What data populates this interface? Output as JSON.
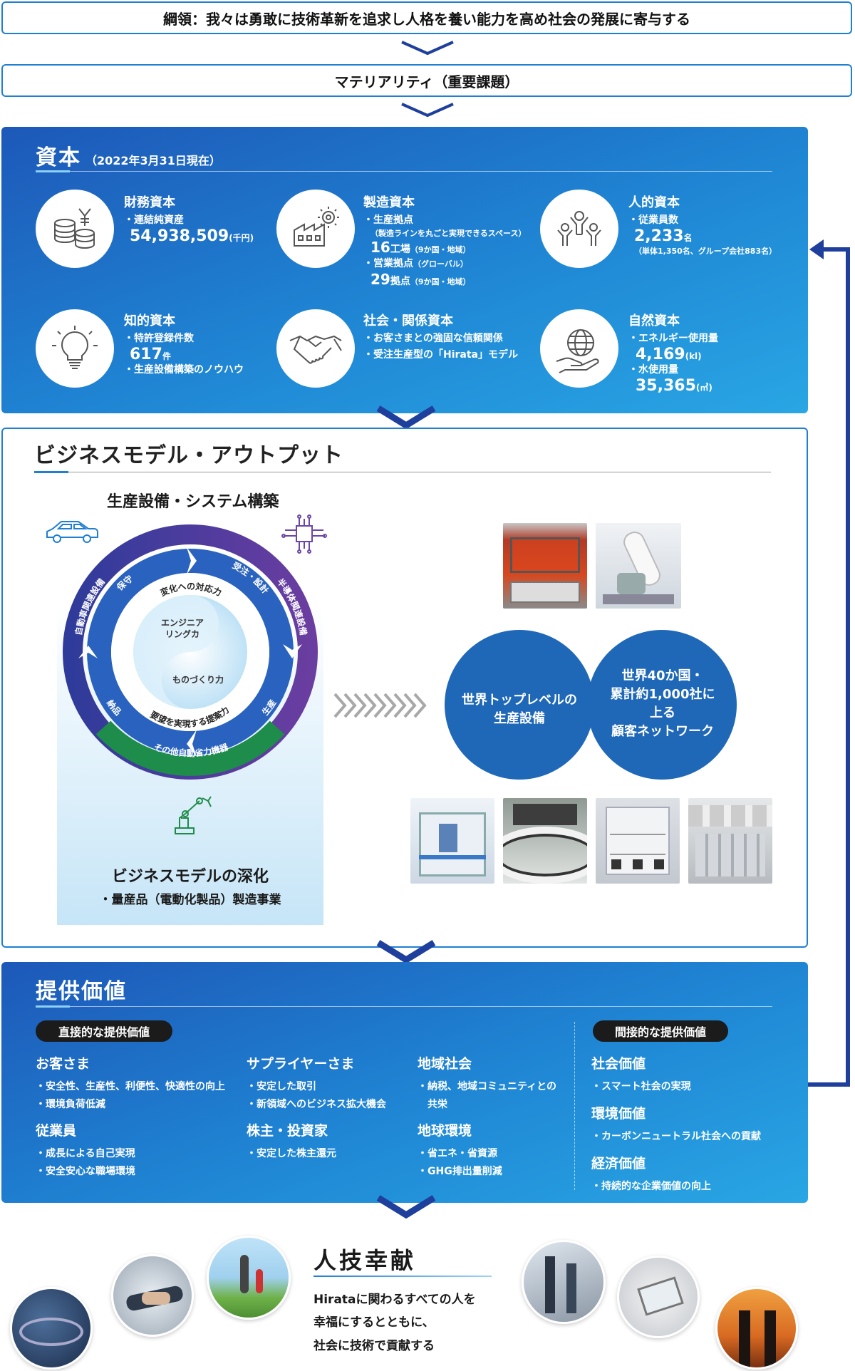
{
  "top_bar": "綱領：我々は勇敢に技術革新を追求し人格を養い能力を高め社会の発展に寄与する",
  "materiality_bar": "マテリアリティ（重要課題）",
  "capital": {
    "title": "資本",
    "date": "（2022年3月31日現在）",
    "items": [
      {
        "heading": "財務資本",
        "l1": "・連結純資産",
        "v1": "54,938,509",
        "u1": "(千円)"
      },
      {
        "heading": "製造資本",
        "l1": "・生産拠点",
        "s1": "（製造ラインを丸ごと実現できるスペース）",
        "v1": "16",
        "u1": "工場",
        "u1s": "（9か国・地域）",
        "l2": "・営業拠点",
        "s2": "（グローバル）",
        "v2": "29",
        "u2": "拠点",
        "u2s": "（9か国・地域）"
      },
      {
        "heading": "人的資本",
        "l1": "・従業員数",
        "v1": "2,233",
        "u1": "名",
        "s1": "（単体1,350名、グループ会社883名）"
      },
      {
        "heading": "知的資本",
        "l1": "・特許登録件数",
        "v1": "617",
        "u1": "件",
        "l2": "・生産設備構築のノウハウ"
      },
      {
        "heading": "社会・関係資本",
        "l1": "・お客さまとの強固な信頼関係",
        "l2": "・受注生産型の「Hirata」モデル"
      },
      {
        "heading": "自然資本",
        "l1": "・エネルギー使用量",
        "v1": "4,169",
        "u1": "(kl)",
        "l2": "・水使用量",
        "v2": "35,365",
        "u2": "(㎥)"
      }
    ]
  },
  "business": {
    "title": "ビジネスモデル・アウトプット",
    "wheel_title": "生産設備・システム構築",
    "ring_outer": {
      "left": "自動車関連設備",
      "right": "半導体関連設備",
      "bottom": "その他自動省力機器"
    },
    "ring_inner": {
      "maintain": "保守",
      "order": "受注・設計",
      "delivery": "納品",
      "produce": "生産"
    },
    "arc_top": "変化への対応力",
    "arc_bottom": "要望を実現する提案力",
    "center_top": "エンジニア\nリングカ",
    "center_bottom": "ものづくり力",
    "deepen": "ビジネスモデルの深化",
    "deepen_item": "・量産品（電動化製品）製造事業",
    "venn_left": "世界トップレベルの\n生産設備",
    "venn_right": "世界40か国・\n累計約1,000社に\n上る\n顧客ネットワーク"
  },
  "value": {
    "title": "提供価値",
    "direct_label": "直接的な提供価値",
    "indirect_label": "間接的な提供価値",
    "direct": [
      {
        "h": "お客さま",
        "items": [
          "・安全性、生産性、利便性、快適性の向上",
          "・環境負荷低減"
        ]
      },
      {
        "h": "サプライヤーさま",
        "items": [
          "・安定した取引",
          "・新領域へのビジネス拡大機会"
        ]
      },
      {
        "h": "地域社会",
        "items": [
          "・納税、地域コミュニティとの",
          "　共栄"
        ]
      },
      {
        "h": "従業員",
        "items": [
          "・成長による自己実現",
          "・安全安心な職場環境"
        ]
      },
      {
        "h": "株主・投資家",
        "items": [
          "・安定した株主還元"
        ]
      },
      {
        "h": "地球環境",
        "items": [
          "・省エネ・省資源",
          "・GHG排出量削減"
        ]
      }
    ],
    "indirect": [
      {
        "h": "社会価値",
        "items": [
          "・スマート社会の実現"
        ]
      },
      {
        "h": "環境価値",
        "items": [
          "・カーボンニュートラル社会への貢献"
        ]
      },
      {
        "h": "経済価値",
        "items": [
          "・持続的な企業価値の向上"
        ]
      }
    ]
  },
  "motto": {
    "title": "人技幸献",
    "l1": "Hirataに関わるすべての人を",
    "l2": "幸福にするとともに、",
    "l3": "社会に技術で貢献する"
  },
  "colors": {
    "blue": "#1f7fd1",
    "navy": "#1e3f9c",
    "purple": "#5b3a98",
    "green": "#1e8c4a"
  }
}
